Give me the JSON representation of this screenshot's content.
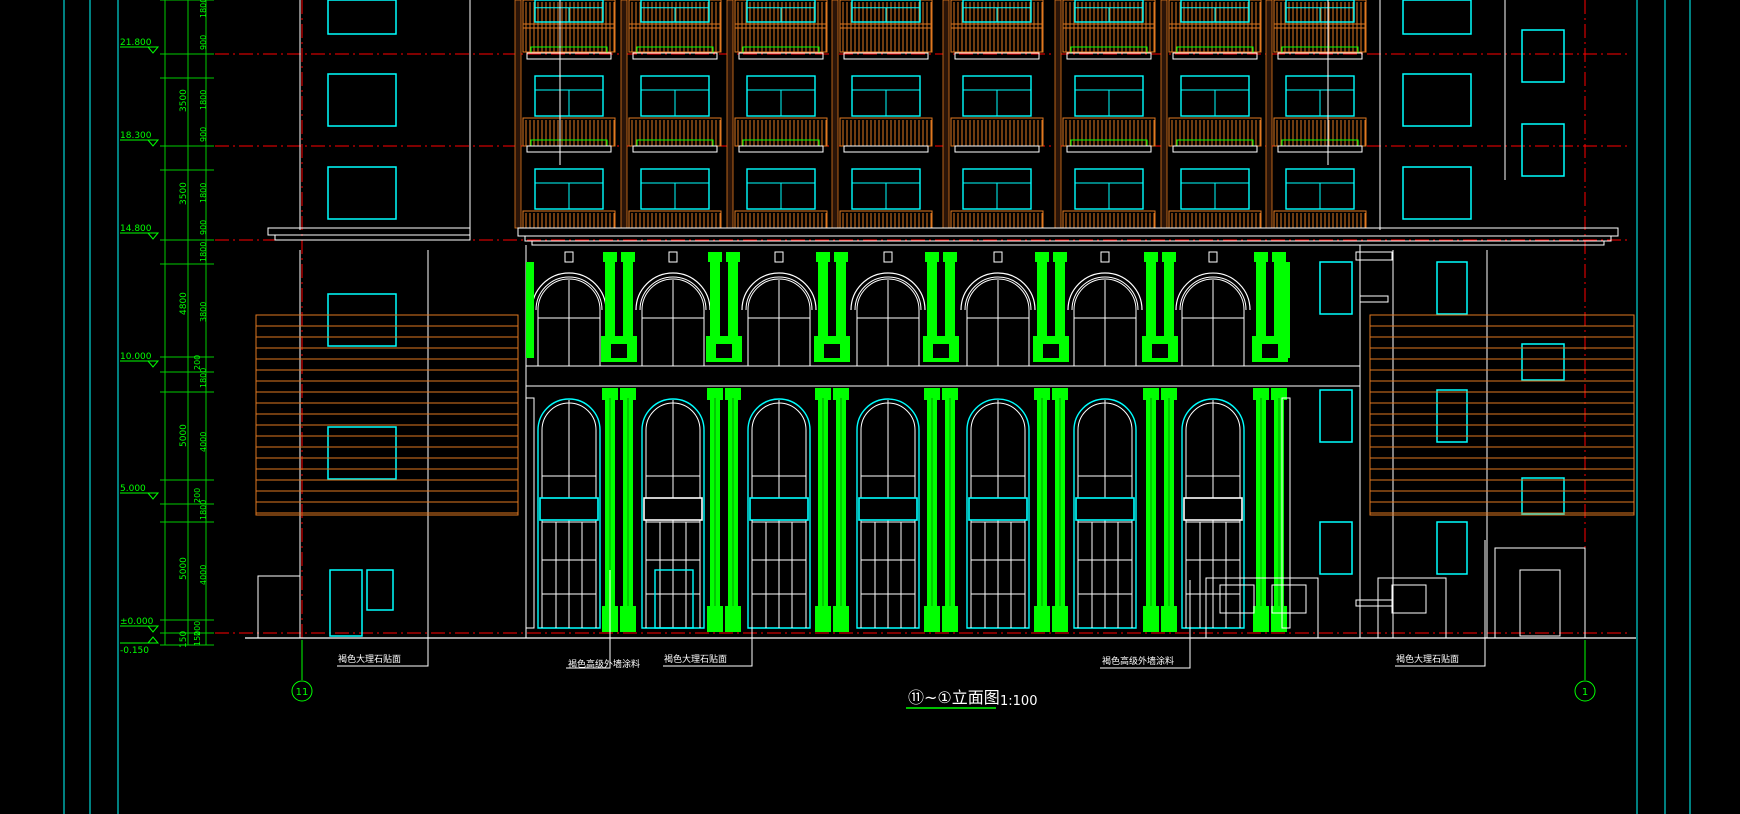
{
  "drawing": {
    "title": "⑪~①立面图",
    "grid_left": "11",
    "grid_right": "1",
    "scale": "1:100"
  },
  "elevations": [
    {
      "label": "21.800"
    },
    {
      "label": "18.300"
    },
    {
      "label": "14.800"
    },
    {
      "label": "10.000"
    },
    {
      "label": "5.000"
    },
    {
      "label": "±0.000"
    },
    {
      "label": "-0.150"
    }
  ],
  "dims_outer": [
    "3500",
    "3500",
    "4800",
    "5000",
    "5000",
    "150"
  ],
  "dims_inner": [
    "1800",
    "900",
    "1800",
    "900",
    "1800",
    "900",
    "1800",
    "3800",
    "200",
    "1800",
    "4000",
    "200",
    "1800",
    "4000",
    "150",
    "200"
  ],
  "notes": [
    {
      "text": "褐色大理石贴面"
    },
    {
      "text": "褐色高级外墙涂料"
    },
    {
      "text": "褐色大理石贴面"
    },
    {
      "text": "褐色高级外墙涂料"
    },
    {
      "text": "褐色大理石贴面"
    }
  ],
  "colors": {
    "background": "#000000",
    "line_white": "#ffffff",
    "cyan": "#00ffff",
    "green": "#00ff00",
    "orange": "#e07820",
    "red": "#ff0000",
    "dim_green": "#00cc00"
  }
}
